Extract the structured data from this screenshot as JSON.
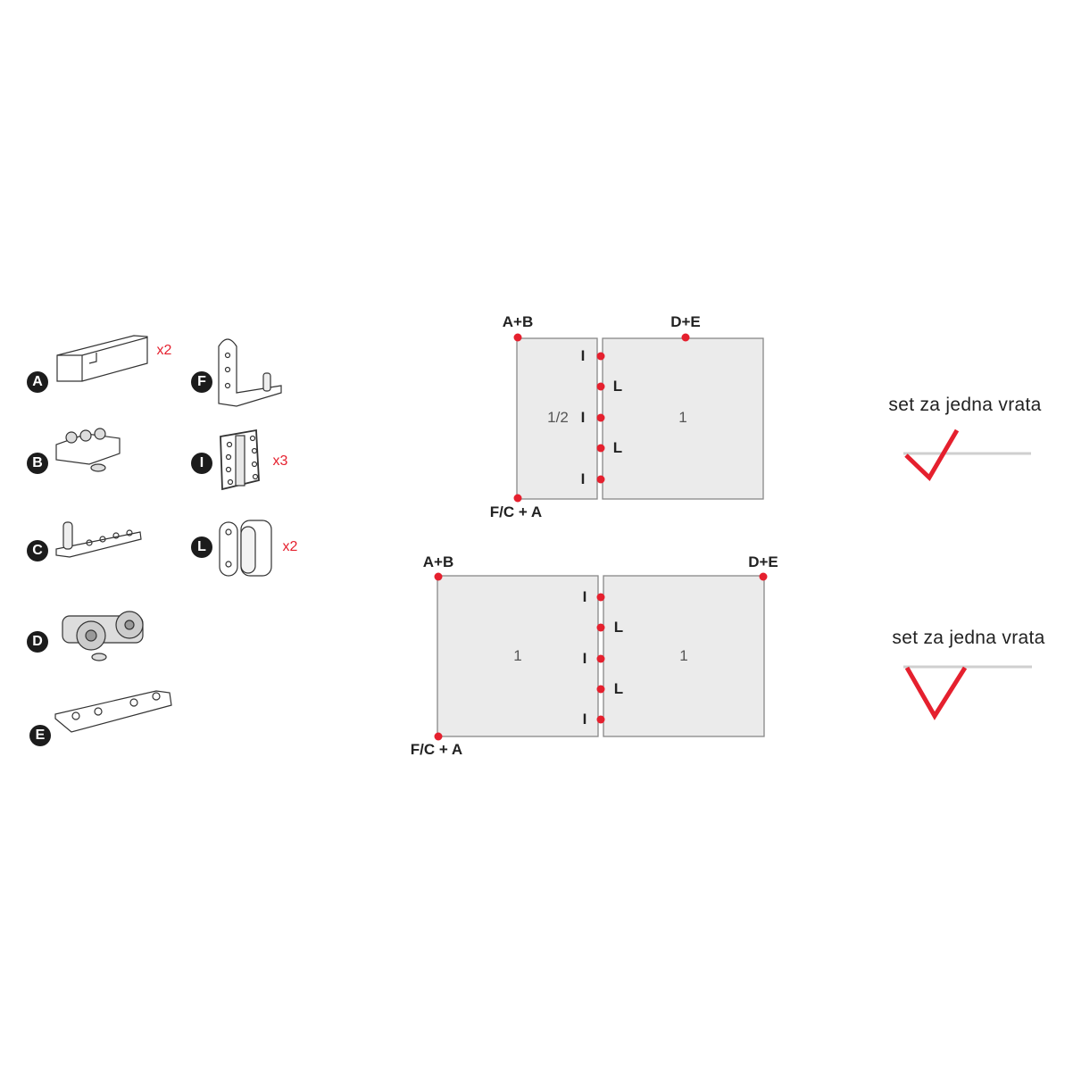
{
  "colors": {
    "accent": "#e5202e",
    "panel": "#ebebeb",
    "panel_border": "#888888",
    "line": "#cfcfcf"
  },
  "parts": [
    {
      "letter": "A",
      "qty": "x2"
    },
    {
      "letter": "B",
      "qty": ""
    },
    {
      "letter": "C",
      "qty": ""
    },
    {
      "letter": "D",
      "qty": ""
    },
    {
      "letter": "E",
      "qty": ""
    },
    {
      "letter": "F",
      "qty": ""
    },
    {
      "letter": "I",
      "qty": "x3"
    },
    {
      "letter": "L",
      "qty": "x2"
    }
  ],
  "diagram1": {
    "top_left": "A+B",
    "top_right": "D+E",
    "bottom_left": "F/C + A",
    "left_panel": "1/2",
    "right_panel": "1",
    "hinges": [
      "I",
      "L",
      "I",
      "L",
      "I"
    ],
    "caption": "set za jedna vrata"
  },
  "diagram2": {
    "top_left": "A+B",
    "top_right": "D+E",
    "bottom_left": "F/C + A",
    "left_panel": "1",
    "right_panel": "1",
    "hinges": [
      "I",
      "L",
      "I",
      "L",
      "I"
    ],
    "caption": "set za jedna vrata"
  }
}
